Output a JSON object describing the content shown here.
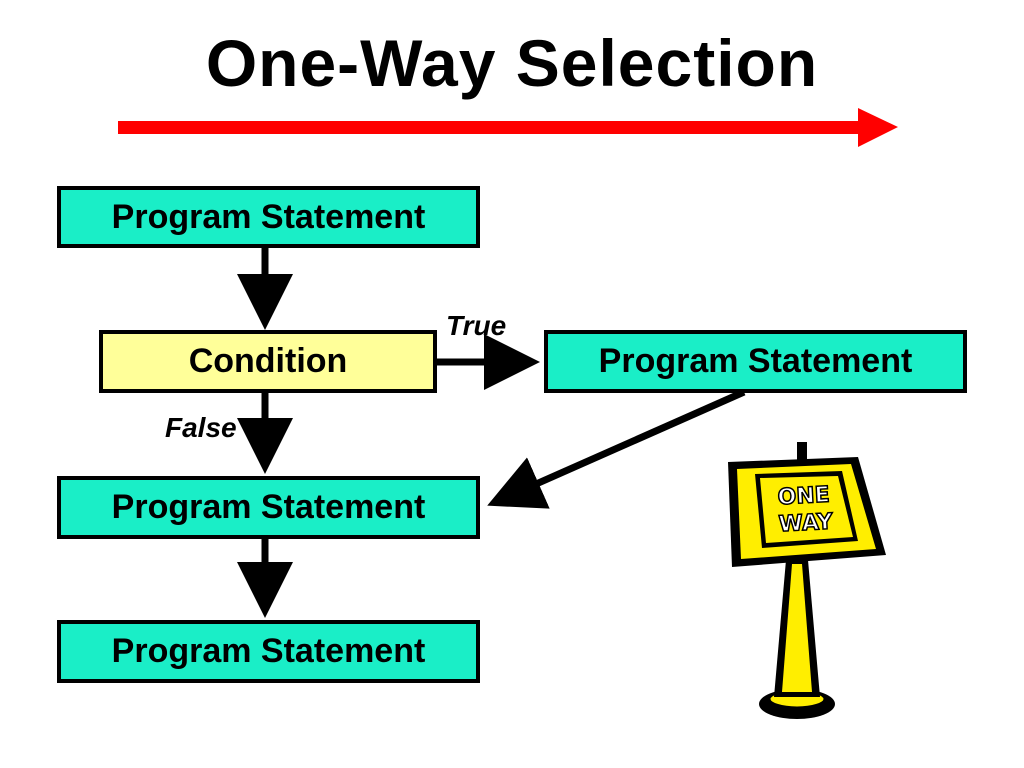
{
  "title": "One-Way Selection",
  "colors": {
    "title_arrow": "#ff0000",
    "statement_fill": "#1aeec7",
    "condition_fill": "#ffff99",
    "sign_yellow": "#ffee00",
    "outline": "#000000"
  },
  "nodes": {
    "statement_1": "Program Statement",
    "condition": "Condition",
    "statement_true": "Program Statement",
    "statement_2": "Program Statement",
    "statement_3": "Program Statement"
  },
  "edges": {
    "true_label": "True",
    "false_label": "False"
  },
  "sign": {
    "line1": "ONE",
    "line2": "WAY"
  }
}
